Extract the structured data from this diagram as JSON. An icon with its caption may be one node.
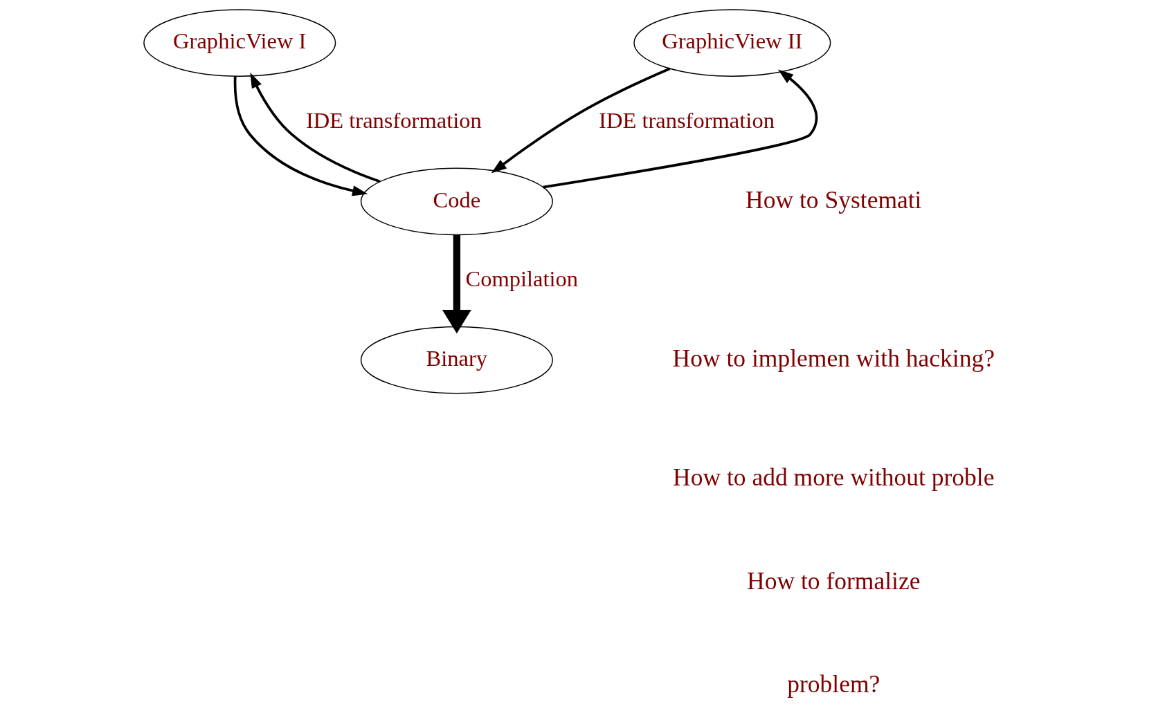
{
  "diagram": {
    "nodes": [
      {
        "text": [
          "GraphicView I"
        ]
      },
      {
        "text": [
          "GraphicView II"
        ]
      },
      {
        "text": [
          "Code"
        ]
      },
      {
        "text": [
          "Binary"
        ]
      }
    ],
    "edges": [
      {
        "from": 2,
        "to": 0,
        "arrow": "to",
        "label": "IDE transformation"
      },
      {
        "from": 0,
        "to": 2,
        "arrow": "to"
      },
      {
        "from": 2,
        "to": 1,
        "arrow": "to"
      },
      {
        "from": 1,
        "to": 2,
        "arrow": "to",
        "label": "IDE transformation"
      },
      {
        "from": 2,
        "to": 3,
        "arrow": "to",
        "label": "Compilation",
        "style": "thick"
      }
    ],
    "labels": [
      "How to Systemati",
      "How to implemen with hacking?",
      "How to add more without proble",
      "How to formalize",
      "problem?"
    ]
  }
}
